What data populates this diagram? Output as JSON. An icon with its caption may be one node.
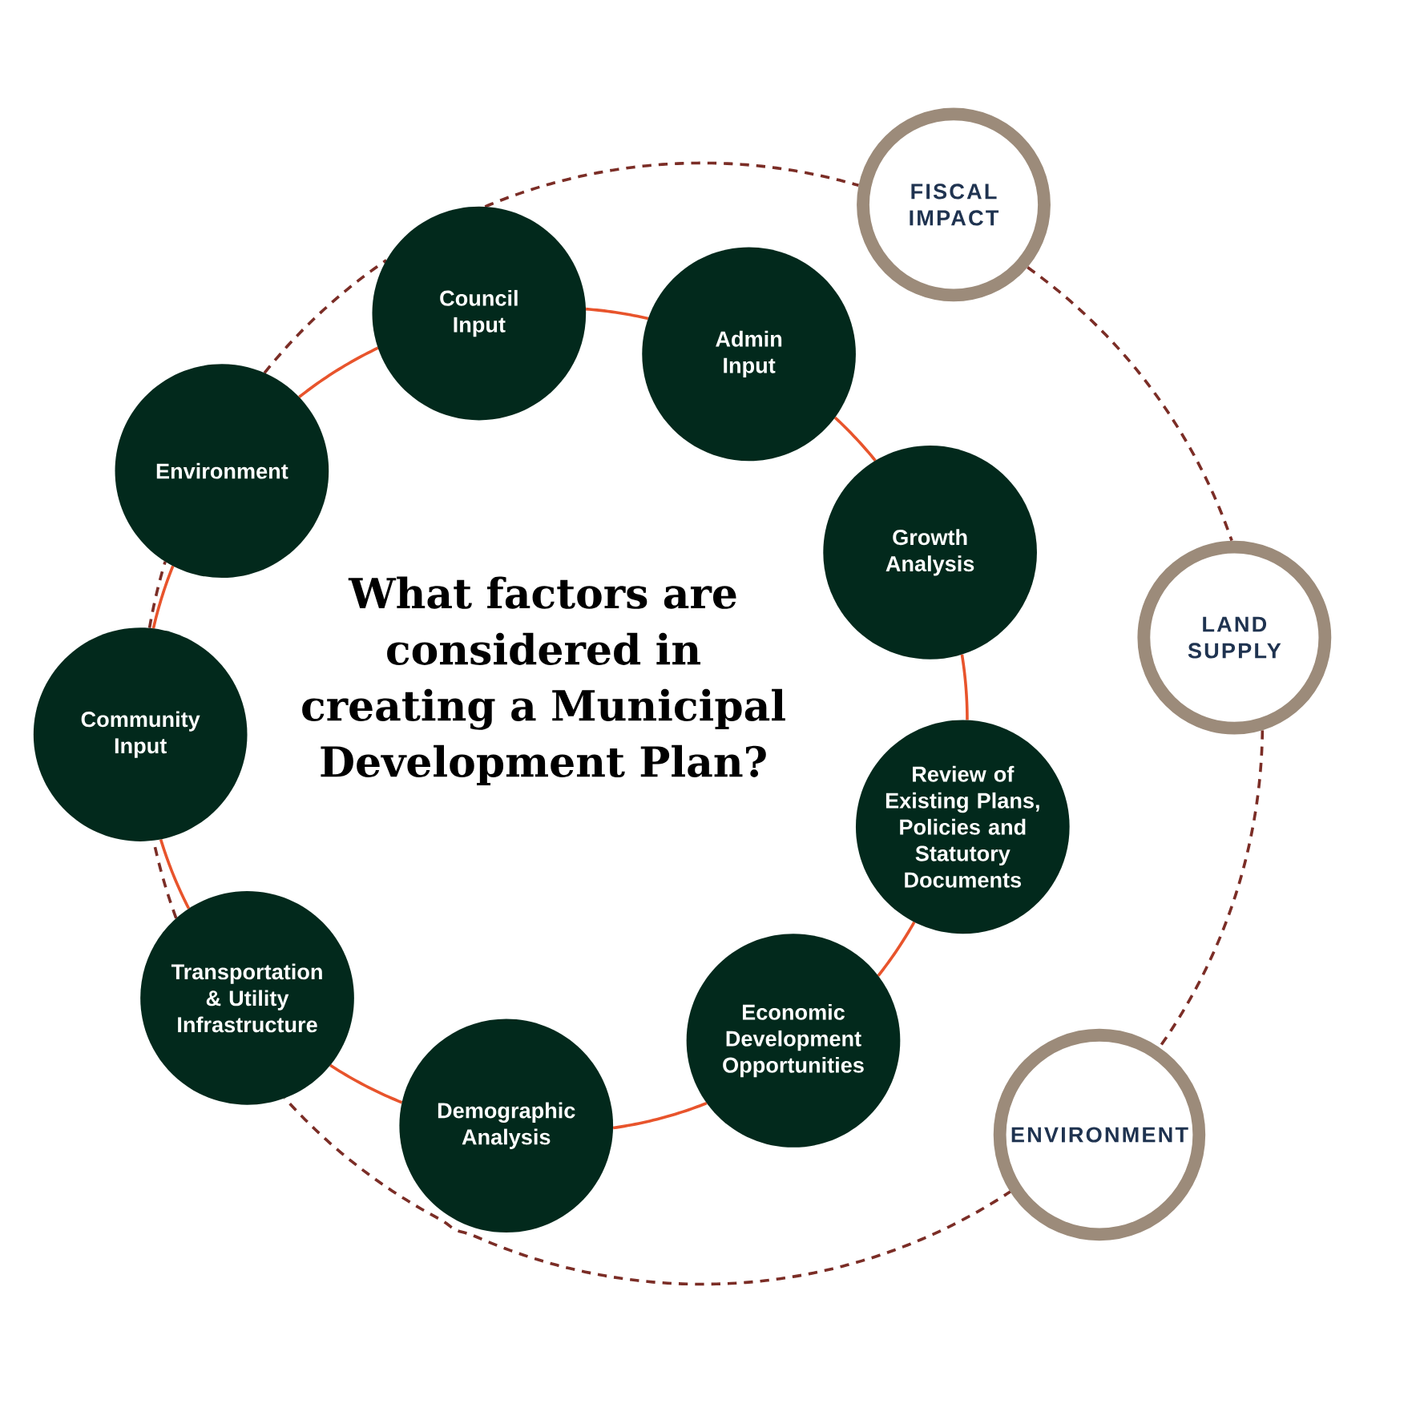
{
  "diagram": {
    "title": "What factors are considered in creating a Municipal Development Plan?",
    "nodes": [
      {
        "text": [
          "Council Input"
        ]
      },
      {
        "text": [
          "Admin Input"
        ]
      },
      {
        "text": [
          "Growth Analysis"
        ]
      },
      {
        "text": [
          "Review of Existing Plans, Policies and Statutory Documents"
        ]
      },
      {
        "text": [
          "Economic Development Opportunities"
        ]
      },
      {
        "text": [
          "Demographic Analysis"
        ]
      },
      {
        "text": [
          "Transportation & Utility Infrastructure"
        ]
      },
      {
        "text": [
          "Community Input"
        ]
      },
      {
        "text": [
          "Environment"
        ]
      },
      {
        "text": [
          "FISCAL IMPACT"
        ]
      },
      {
        "text": [
          "LAND SUPPLY"
        ]
      },
      {
        "text": [
          "ENVIRONMENT"
        ]
      }
    ],
    "edges": [
      {
        "from": 0,
        "to": 1,
        "arrow": "none"
      },
      {
        "from": 1,
        "to": 2,
        "arrow": "none"
      },
      {
        "from": 2,
        "to": 3,
        "arrow": "none"
      },
      {
        "from": 3,
        "to": 4,
        "arrow": "none"
      },
      {
        "from": 4,
        "to": 5,
        "arrow": "none"
      },
      {
        "from": 5,
        "to": 6,
        "arrow": "none"
      },
      {
        "from": 6,
        "to": 7,
        "arrow": "none"
      },
      {
        "from": 7,
        "to": 8,
        "arrow": "none"
      },
      {
        "from": 8,
        "to": 0,
        "arrow": "none"
      },
      {
        "from": 9,
        "to": 10,
        "arrow": "none",
        "style": "dashed",
        "color": "#7b2d26"
      },
      {
        "from": 10,
        "to": 11,
        "arrow": "none",
        "style": "dashed",
        "color": "#7b2d26"
      },
      {
        "from": 11,
        "to": 6,
        "arrow": "none",
        "style": "dashed",
        "color": "#7b2d26"
      },
      {
        "from": 6,
        "to": 7,
        "arrow": "none",
        "style": "dashed",
        "color": "#7b2d26"
      },
      {
        "from": 7,
        "to": 8,
        "arrow": "none",
        "style": "dashed",
        "color": "#7b2d26"
      },
      {
        "from": 8,
        "to": 0,
        "arrow": "none",
        "style": "dashed",
        "color": "#7b2d26"
      },
      {
        "from": 0,
        "to": 9,
        "arrow": "none",
        "style": "dashed",
        "color": "#7b2d26"
      }
    ]
  }
}
